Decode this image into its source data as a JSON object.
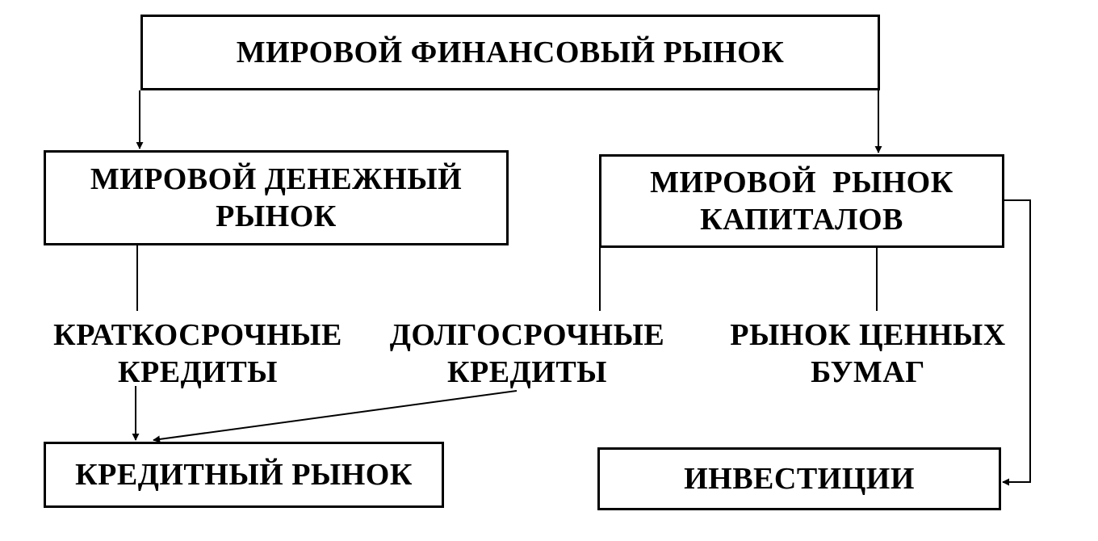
{
  "boxes": {
    "world_financial_market": [
      "МИРОВОЙ ФИНАНСОВЫЙ РЫНОК"
    ],
    "world_money_market": [
      "МИРОВОЙ ДЕНЕЖНЫЙ",
      "РЫНОК"
    ],
    "world_capital_market": [
      "МИРОВОЙ  РЫНОК",
      "КАПИТАЛОВ"
    ],
    "credit_market": [
      "КРЕДИТНЫЙ РЫНОК"
    ],
    "investments": [
      "ИНВЕСТИЦИИ"
    ]
  },
  "labels": {
    "short_term_credits": [
      "КРАТКОСРОЧНЫЕ",
      "КРЕДИТЫ"
    ],
    "long_term_credits": [
      "ДОЛГОСРОЧНЫЕ",
      "КРЕДИТЫ"
    ],
    "securities_market": [
      "РЫНОК ЦЕННЫХ",
      "БУМАГ"
    ]
  },
  "colors": {
    "stroke": "#000000",
    "background": "#ffffff"
  }
}
